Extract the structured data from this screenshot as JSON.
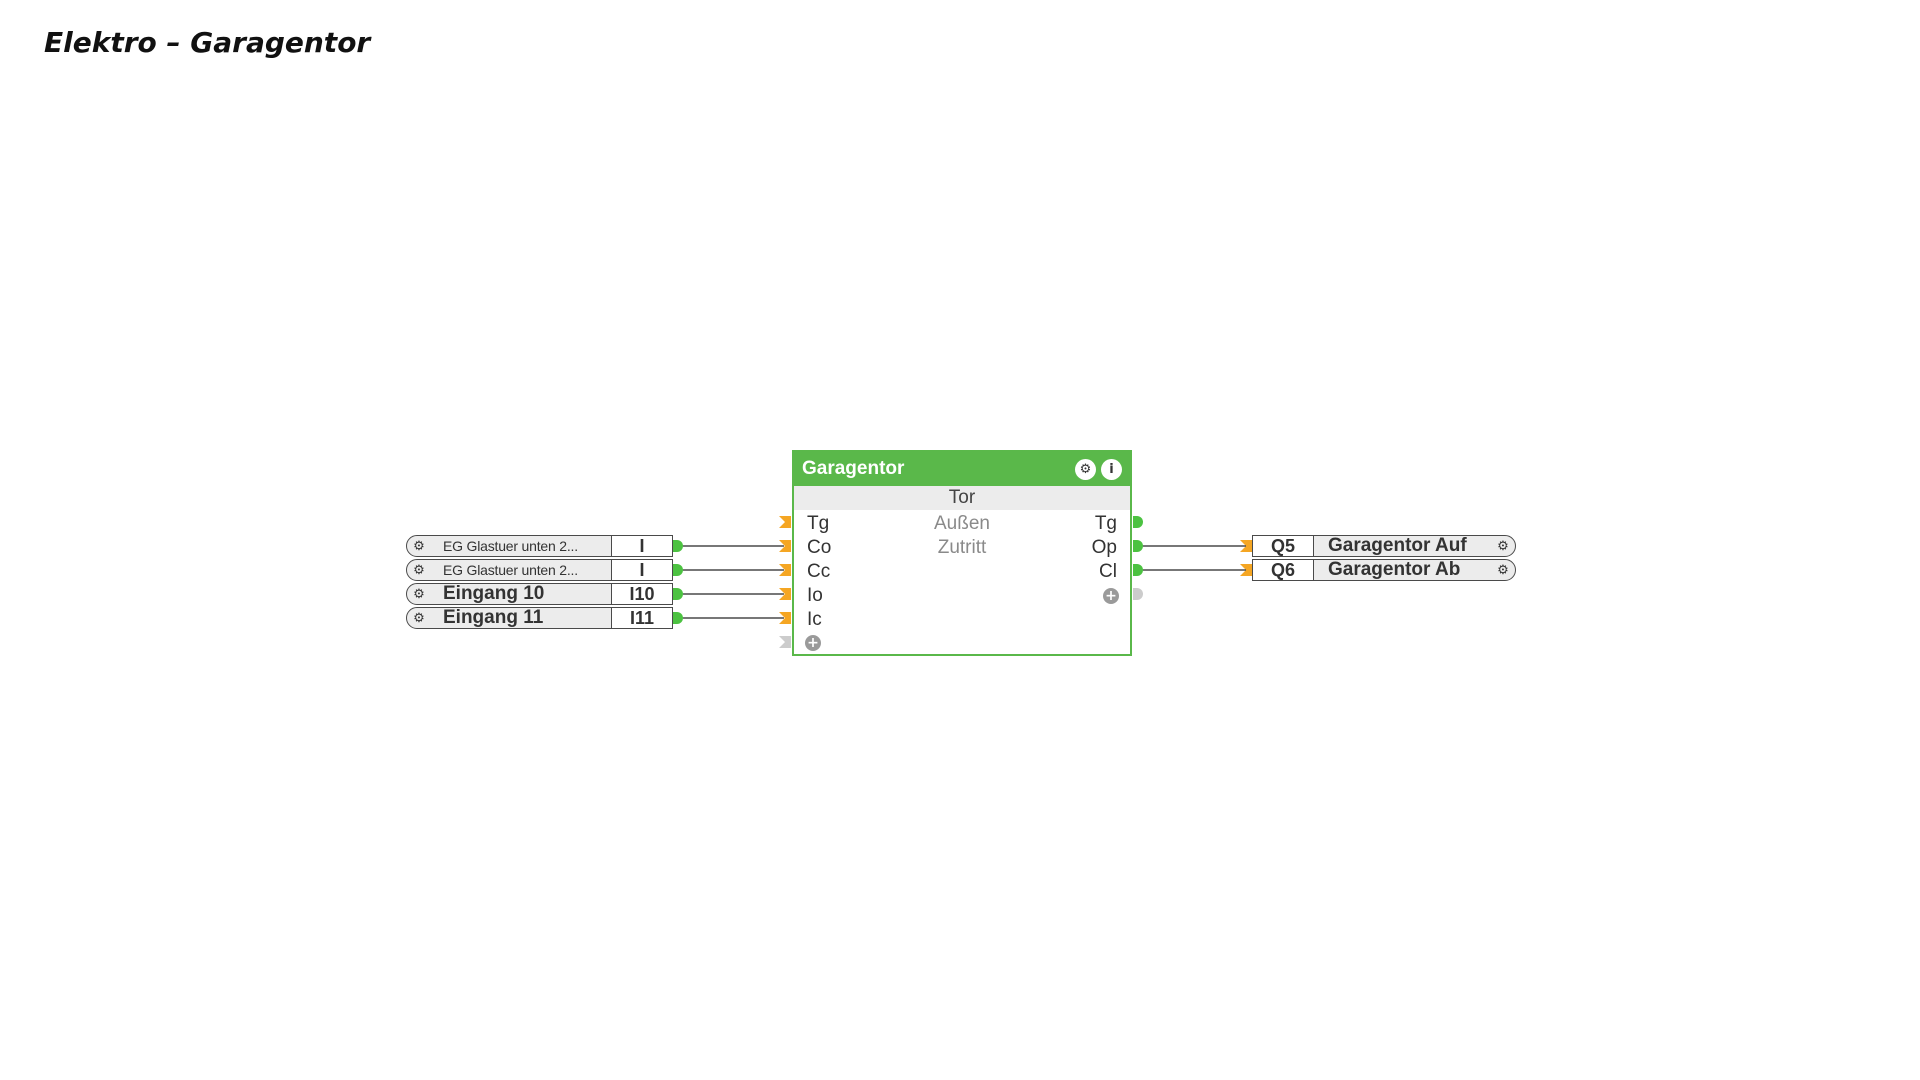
{
  "page": {
    "title": "Elektro – Garagentor"
  },
  "icons": {
    "gear": "gear-icon",
    "info": "info-icon",
    "add": "plus-circle-icon"
  },
  "colors": {
    "block_header": "#5ab84a",
    "input_pin": "#f5a623",
    "output_pin": "#4cc241",
    "wire": "#4a4a4a",
    "inactive_pin": "#cccccc"
  },
  "inputs": [
    {
      "name": "EG Glastuer unten 2...",
      "addr": "I"
    },
    {
      "name": "EG Glastuer unten 2...",
      "addr": "I"
    },
    {
      "name": "Eingang 10",
      "addr": "I10"
    },
    {
      "name": "Eingang 11",
      "addr": "I11"
    }
  ],
  "block": {
    "title": "Garagentor",
    "subtitle": "Tor",
    "description_lines": [
      "Außen",
      "Zutritt"
    ],
    "inputs": [
      "Tg",
      "Co",
      "Cc",
      "Io",
      "Ic"
    ],
    "outputs": [
      "Tg",
      "Op",
      "Cl"
    ]
  },
  "outputs": [
    {
      "addr": "Q5",
      "name": "Garagentor Auf"
    },
    {
      "addr": "Q6",
      "name": "Garagentor Ab"
    }
  ]
}
